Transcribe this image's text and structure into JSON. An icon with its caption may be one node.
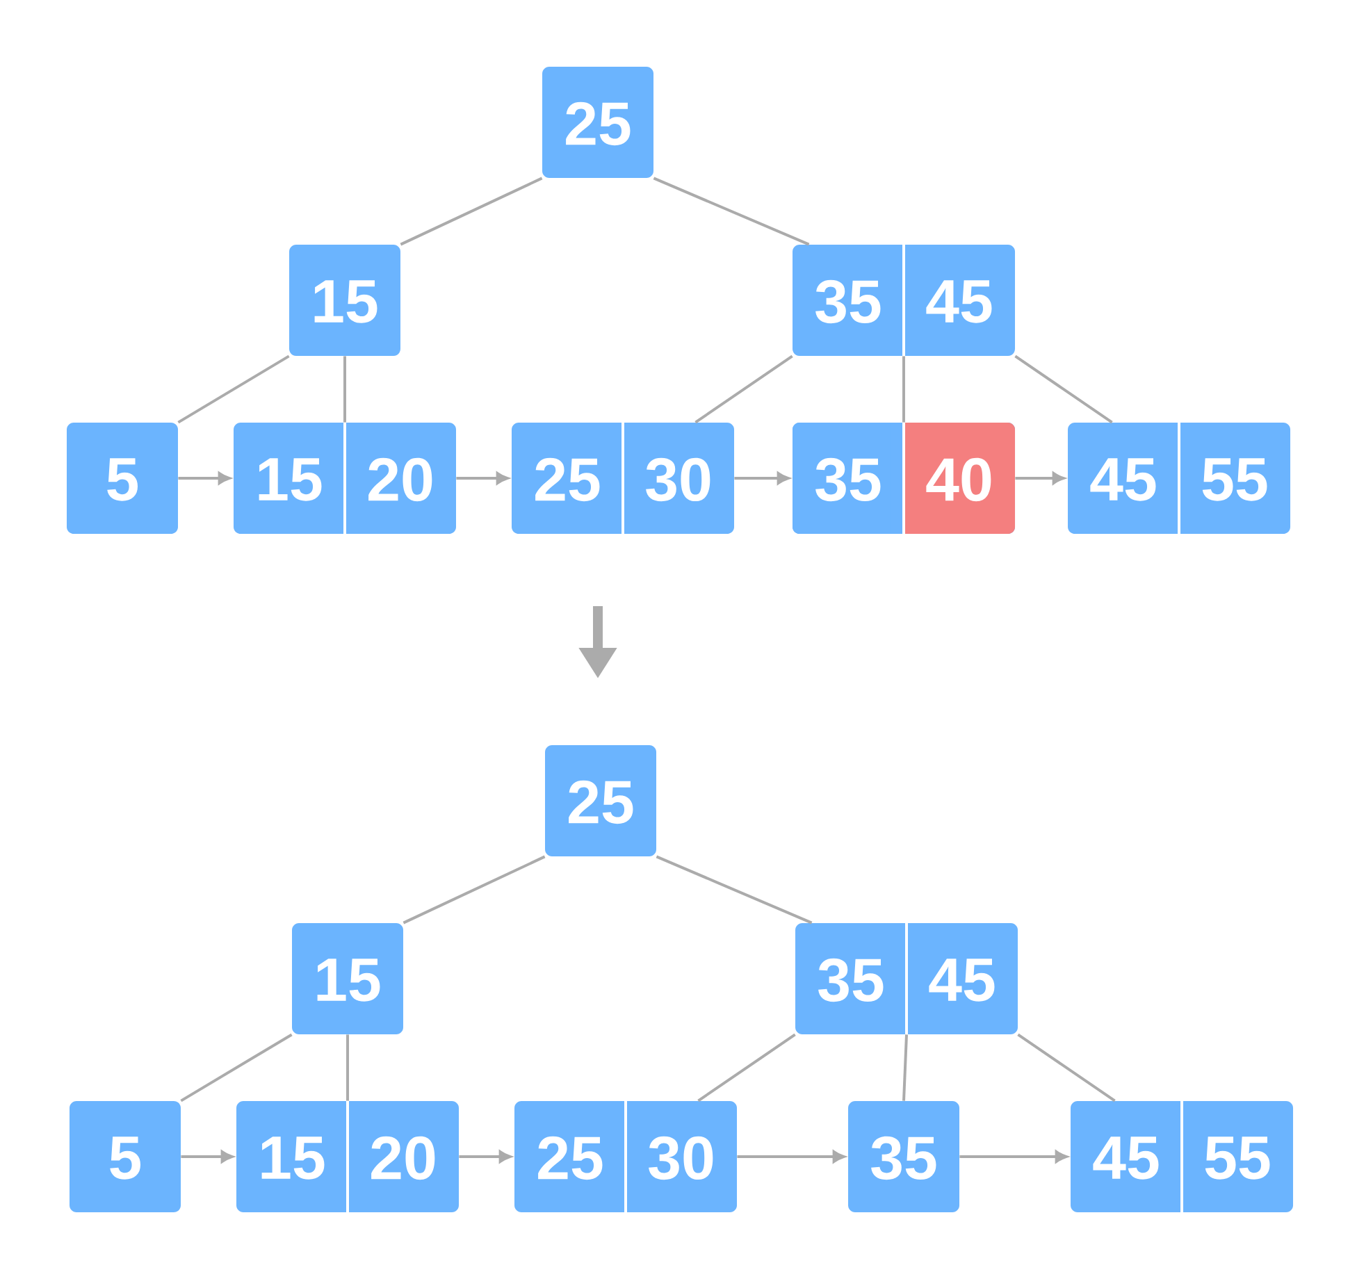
{
  "diagram": {
    "nodes": [
      {
        "text": [
          "25"
        ]
      },
      {
        "text": [
          "15"
        ]
      },
      {
        "text": [
          "35",
          "45"
        ]
      },
      {
        "text": [
          "5"
        ]
      },
      {
        "text": [
          "15",
          "20"
        ]
      },
      {
        "text": [
          "25",
          "30"
        ]
      },
      {
        "text": [
          "35",
          "40"
        ]
      },
      {
        "text": [
          "45",
          "55"
        ]
      },
      {
        "text": [
          "25"
        ]
      },
      {
        "text": [
          "15"
        ]
      },
      {
        "text": [
          "35",
          "45"
        ]
      },
      {
        "text": [
          "5"
        ]
      },
      {
        "text": [
          "15",
          "20"
        ]
      },
      {
        "text": [
          "25",
          "30"
        ]
      },
      {
        "text": [
          "35"
        ]
      },
      {
        "text": [
          "45",
          "55"
        ]
      }
    ],
    "edges": [
      {
        "from": 0,
        "to": 1,
        "arrow": "none"
      },
      {
        "from": 0,
        "to": 2,
        "arrow": "none"
      },
      {
        "from": 1,
        "to": 3,
        "arrow": "none"
      },
      {
        "from": 1,
        "to": 4,
        "arrow": "none"
      },
      {
        "from": 2,
        "to": 5,
        "arrow": "none"
      },
      {
        "from": 2,
        "to": 6,
        "arrow": "none"
      },
      {
        "from": 2,
        "to": 7,
        "arrow": "none"
      },
      {
        "from": 3,
        "to": 4,
        "arrow": "to"
      },
      {
        "from": 4,
        "to": 5,
        "arrow": "to"
      },
      {
        "from": 5,
        "to": 6,
        "arrow": "to"
      },
      {
        "from": 6,
        "to": 7,
        "arrow": "to"
      },
      {
        "from": 8,
        "to": 9,
        "arrow": "none"
      },
      {
        "from": 8,
        "to": 10,
        "arrow": "none"
      },
      {
        "from": 9,
        "to": 11,
        "arrow": "none"
      },
      {
        "from": 9,
        "to": 12,
        "arrow": "none"
      },
      {
        "from": 10,
        "to": 13,
        "arrow": "none"
      },
      {
        "from": 10,
        "to": 14,
        "arrow": "none"
      },
      {
        "from": 10,
        "to": 15,
        "arrow": "none"
      },
      {
        "from": 11,
        "to": 12,
        "arrow": "to"
      },
      {
        "from": 12,
        "to": 13,
        "arrow": "to"
      },
      {
        "from": 13,
        "to": 14,
        "arrow": "to"
      },
      {
        "from": 14,
        "to": 15,
        "arrow": "to"
      }
    ]
  }
}
